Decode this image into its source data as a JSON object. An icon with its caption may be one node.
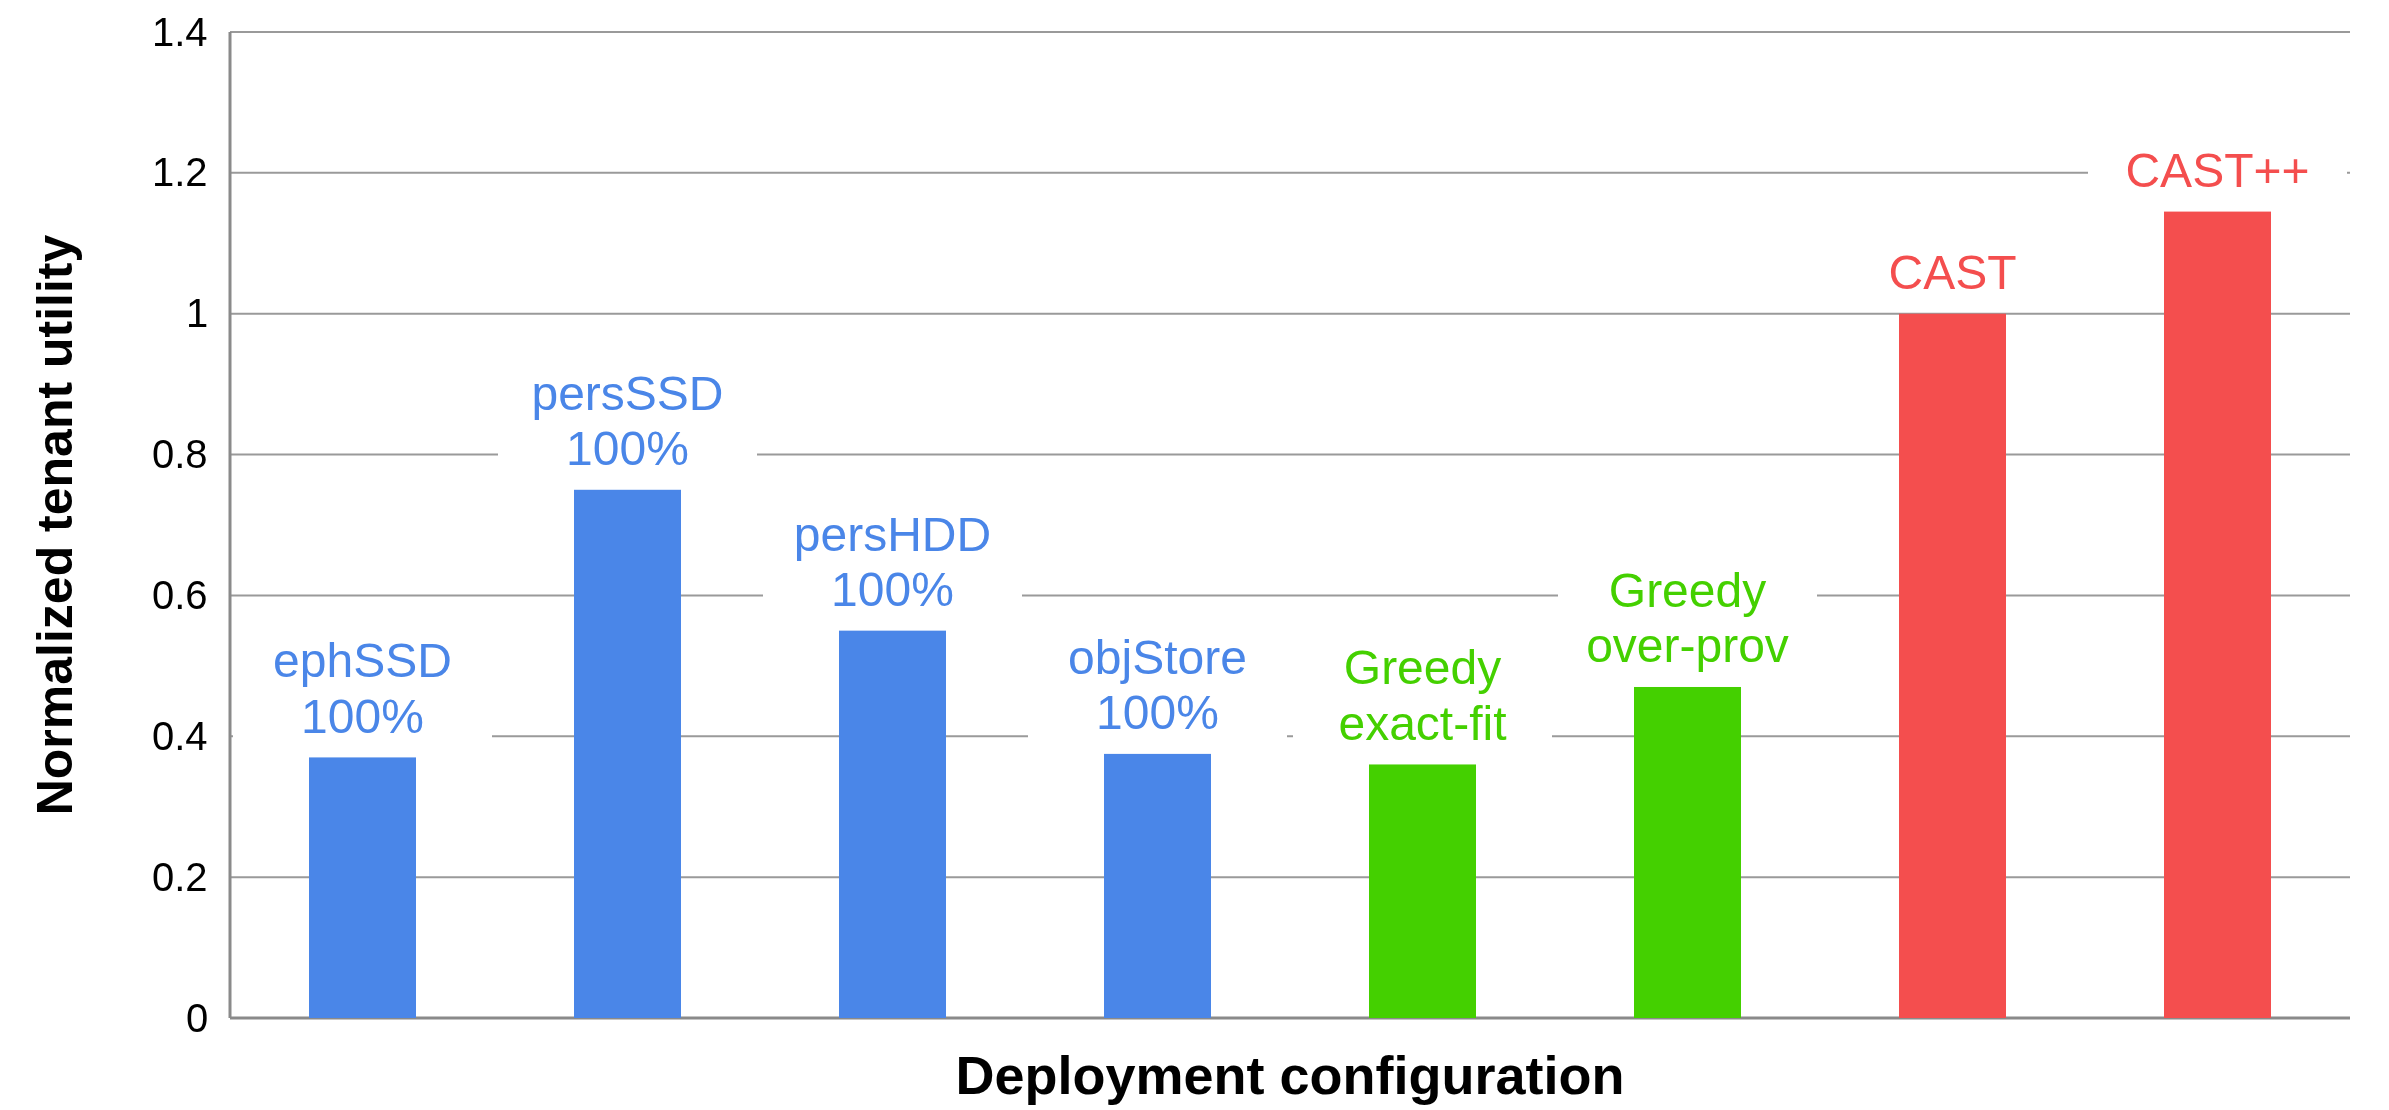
{
  "diagram": {
    "chart_data": {
      "type": "bar",
      "xlabel": "Deployment configuration",
      "ylabel": "Normalized tenant utility",
      "categories": [
        "ephSSD 100%",
        "persSSD 100%",
        "persHDD 100%",
        "objStore 100%",
        "Greedy exact-fit",
        "Greedy over-prov",
        "CAST",
        "CAST++"
      ],
      "series": [
        {
          "color": "#4a86e8",
          "values": [
            0.37,
            0.75,
            0.55,
            0.375,
            null,
            null,
            null,
            null
          ]
        },
        {
          "color": "#44d000",
          "values": [
            null,
            null,
            null,
            null,
            0.36,
            0.47,
            null,
            null
          ]
        },
        {
          "color": "#f44e4e",
          "values": [
            null,
            null,
            null,
            null,
            null,
            null,
            1.0,
            1.145
          ]
        }
      ],
      "ylim": [
        0,
        1.4
      ],
      "grid": true,
      "yticks": [
        0,
        {
          "value": 0.2,
          "label": "0.2"
        },
        {
          "value": 0.4,
          "label": "0.4"
        },
        {
          "value": 0.6,
          "label": "0.6"
        },
        {
          "value": 0.8,
          "label": "0.8"
        },
        1,
        {
          "value": 1.2,
          "label": "1.2"
        },
        {
          "value": 1.4,
          "label": "1.4"
        }
      ]
    }
  }
}
